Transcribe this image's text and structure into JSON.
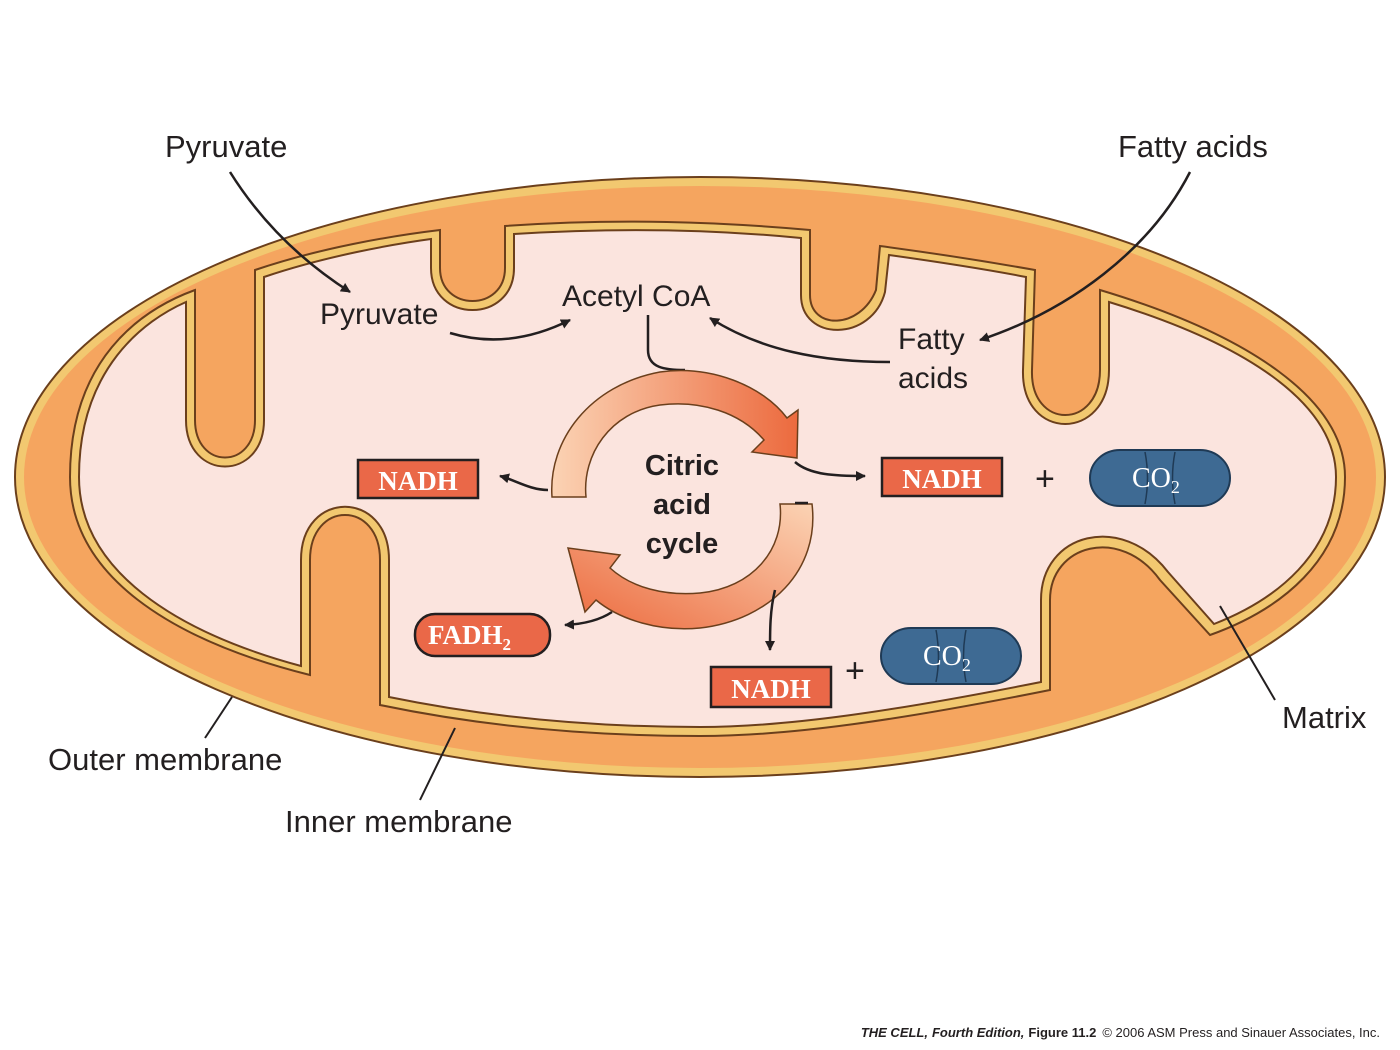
{
  "labels": {
    "pyruvate_outside": "Pyruvate",
    "fatty_acids_outside": "Fatty acids",
    "pyruvate_inside": "Pyruvate",
    "acetyl_coa": "Acetyl CoA",
    "fatty_inside_line1": "Fatty",
    "fatty_inside_line2": "acids",
    "cycle_line1": "Citric",
    "cycle_line2": "acid",
    "cycle_line3": "cycle",
    "outer_membrane": "Outer membrane",
    "inner_membrane": "Inner membrane",
    "matrix": "Matrix",
    "plus": "+"
  },
  "products": {
    "nadh": "NADH",
    "fadh": "FADH",
    "fadh_sub": "2",
    "co2": "CO",
    "co2_sub": "2"
  },
  "credit": {
    "book": "THE CELL,",
    "edition": "Fourth Edition,",
    "figure": "Figure 11.2",
    "copyright": "© 2006 ASM Press and Sinauer Associates, Inc."
  },
  "colors": {
    "outer_membrane": "#f5a55f",
    "membrane_edge": "#f2c870",
    "matrix": "#fbe4de",
    "cycle_arrow_dark": "#ec6a3e",
    "cycle_arrow_light": "#fbd3b4",
    "product_box": "#ea6848",
    "co2_blob": "#3e6a93"
  }
}
